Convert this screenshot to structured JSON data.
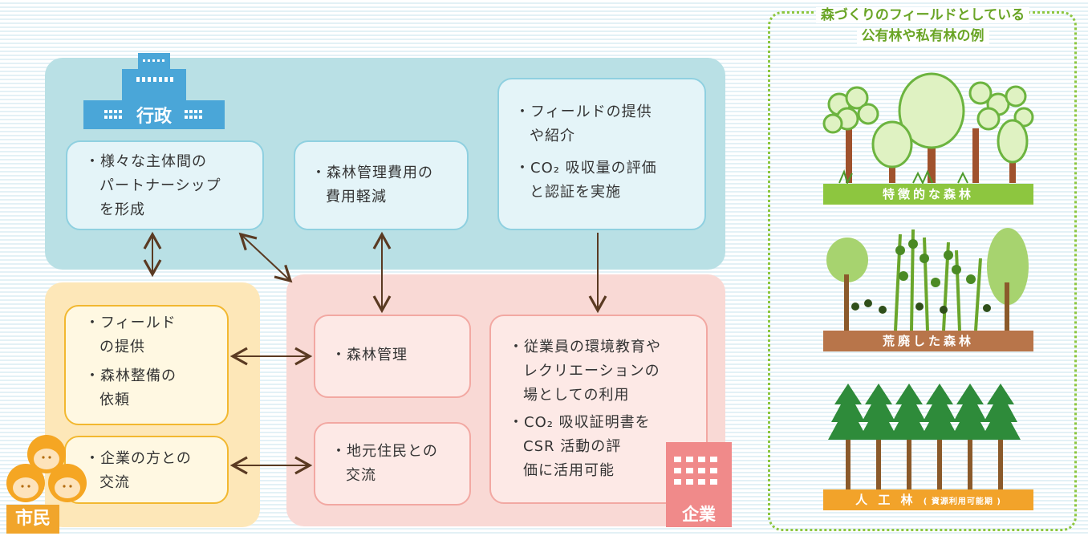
{
  "government": {
    "label": "行政",
    "box1": [
      "・様々な主体間の",
      "パートナーシップ",
      "を形成"
    ],
    "box2": [
      "・森林管理費用の",
      "費用軽減"
    ],
    "box3": [
      "・フィールドの提供",
      "や紹介",
      "・CO₂ 吸収量の評価",
      "と認証を実施"
    ]
  },
  "citizen": {
    "label": "市民",
    "box1": [
      "・フィールド",
      "の提供",
      "・森林整備の",
      "依頼"
    ],
    "box2": [
      "・企業の方との",
      "交流"
    ]
  },
  "company": {
    "label": "企業",
    "box1": [
      "・森林管理"
    ],
    "box2": [
      "・地元住民との",
      "交流"
    ],
    "box3": [
      "・従業員の環境教育や",
      "レクリエーションの",
      "場としての利用",
      "・CO₂ 吸収証明書を",
      "CSR 活動の評",
      "価に活用可能"
    ]
  },
  "forests": {
    "title_line1": "森づくりのフィールドとしている",
    "title_line2": "公有林や私有林の例",
    "types": [
      {
        "label": "特徴的な森林",
        "color": "#8dc63f"
      },
      {
        "label": "荒廃した森林",
        "color": "#b8754a"
      },
      {
        "label": "人 工 林",
        "note": "( 資源利用可能期 )",
        "color": "#f2a32a"
      }
    ]
  }
}
